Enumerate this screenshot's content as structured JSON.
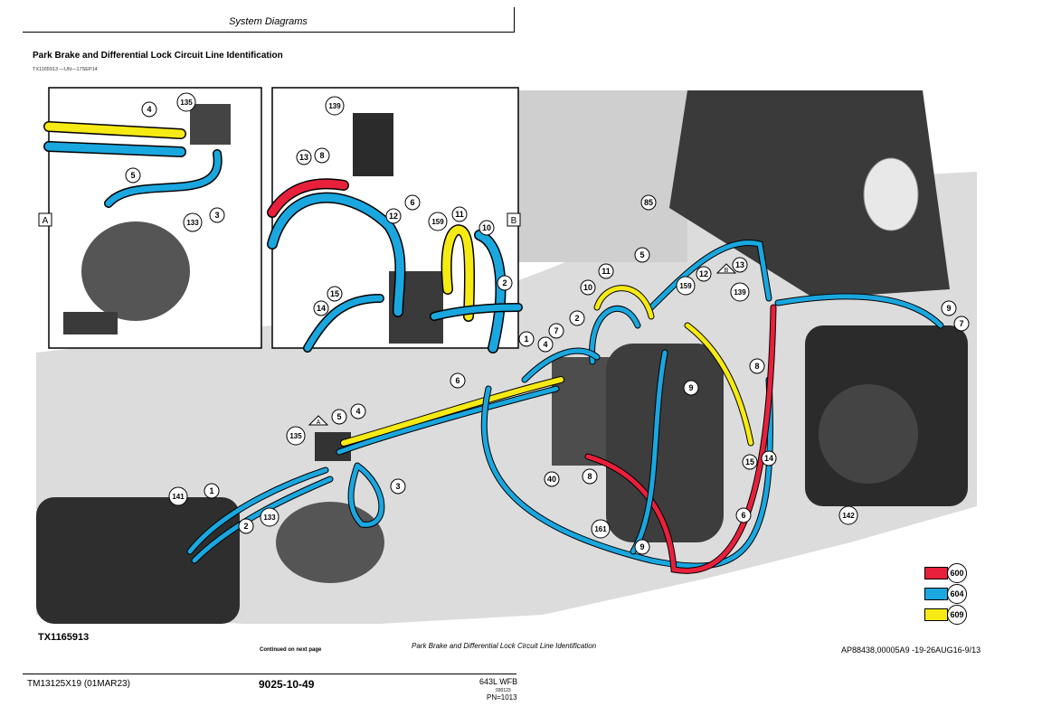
{
  "header": {
    "section": "System Diagrams"
  },
  "title": "Park Brake and Differential Lock Circuit Line Identification",
  "ref_top": "TX1165913 —UN—17SEP14",
  "inset_a_label": "A",
  "inset_b_label": "B",
  "callouts": [
    {
      "id": "a4",
      "label": "4"
    },
    {
      "id": "a135",
      "label": "135"
    },
    {
      "id": "a5",
      "label": "5"
    },
    {
      "id": "a3",
      "label": "3"
    },
    {
      "id": "a133",
      "label": "133"
    },
    {
      "id": "b139",
      "label": "139"
    },
    {
      "id": "b13",
      "label": "13"
    },
    {
      "id": "b8",
      "label": "8"
    },
    {
      "id": "b6",
      "label": "6"
    },
    {
      "id": "b12",
      "label": "12"
    },
    {
      "id": "b159",
      "label": "159"
    },
    {
      "id": "b11",
      "label": "11"
    },
    {
      "id": "b10",
      "label": "10"
    },
    {
      "id": "b2",
      "label": "2"
    },
    {
      "id": "b15",
      "label": "15"
    },
    {
      "id": "b14",
      "label": "14"
    },
    {
      "id": "m85",
      "label": "85"
    },
    {
      "id": "m5",
      "label": "5"
    },
    {
      "id": "m12",
      "label": "12"
    },
    {
      "id": "m13",
      "label": "13"
    },
    {
      "id": "m139",
      "label": "139"
    },
    {
      "id": "m9r",
      "label": "9"
    },
    {
      "id": "m7r",
      "label": "7"
    },
    {
      "id": "m11",
      "label": "11"
    },
    {
      "id": "m10",
      "label": "10"
    },
    {
      "id": "m159",
      "label": "159"
    },
    {
      "id": "m2",
      "label": "2"
    },
    {
      "id": "m7",
      "label": "7"
    },
    {
      "id": "m1",
      "label": "1"
    },
    {
      "id": "m4",
      "label": "4"
    },
    {
      "id": "m6",
      "label": "6"
    },
    {
      "id": "m8r",
      "label": "8"
    },
    {
      "id": "m9c",
      "label": "9"
    },
    {
      "id": "m5b",
      "label": "5"
    },
    {
      "id": "m4b",
      "label": "4"
    },
    {
      "id": "m135",
      "label": "135"
    },
    {
      "id": "m15",
      "label": "15"
    },
    {
      "id": "m14",
      "label": "14"
    },
    {
      "id": "m40",
      "label": "40"
    },
    {
      "id": "m8",
      "label": "8"
    },
    {
      "id": "m3",
      "label": "3"
    },
    {
      "id": "m141",
      "label": "141"
    },
    {
      "id": "m1b",
      "label": "1"
    },
    {
      "id": "m2b",
      "label": "2"
    },
    {
      "id": "m133",
      "label": "133"
    },
    {
      "id": "m161",
      "label": "161"
    },
    {
      "id": "m6b",
      "label": "6"
    },
    {
      "id": "m142",
      "label": "142"
    },
    {
      "id": "m9b",
      "label": "9"
    }
  ],
  "view_markers": {
    "a": "A",
    "b": "B"
  },
  "legend": [
    {
      "label": "600",
      "color": "#e8203c"
    },
    {
      "label": "604",
      "color": "#1aa7df"
    },
    {
      "label": "609",
      "color": "#f6ea14"
    }
  ],
  "figure_label": "TX1165913",
  "continued": "Continued on next page",
  "caption": "Park Brake and Differential Lock Circuit Line Identification",
  "doc_ref": "AP88438,00005A9 -19-26AUG16-9/13",
  "footer": {
    "manual": "TM13125X19 (01MAR23)",
    "page": "9025-10-49",
    "model": "643L WFB",
    "small_id": "030123",
    "pn": "PN=1013"
  }
}
